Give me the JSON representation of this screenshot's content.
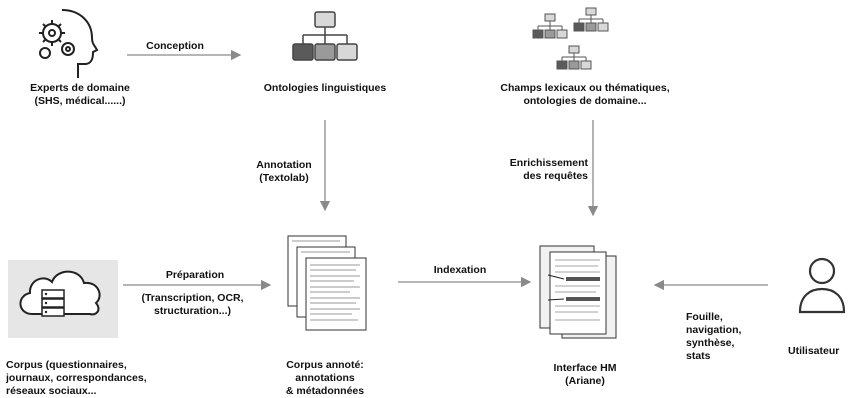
{
  "nodes": {
    "experts": {
      "line1": "Experts de domaine",
      "line2": "(SHS, médical......)",
      "icon": "brain-gears-icon"
    },
    "ontologies": {
      "line1": "Ontologies linguistiques",
      "icon": "hierarchy-icon"
    },
    "champs": {
      "line1": "Champs lexicaux ou thématiques,",
      "line2": "ontologies de domaine...",
      "icon": "hierarchy-cluster-icon"
    },
    "corpus": {
      "line1": "Corpus (questionnaires,",
      "line2": "journaux, correspondances,",
      "line3": "réseaux sociaux...",
      "icon": "cloud-database-icon"
    },
    "annote": {
      "line1": "Corpus annoté:",
      "line2": "annotations",
      "line3": "& métadonnées",
      "icon": "documents-icon"
    },
    "interface": {
      "line1": "Interface HM",
      "line2": "(Ariane)",
      "icon": "highlighted-documents-icon"
    },
    "utilisateur": {
      "line1": "Utilisateur",
      "icon": "user-icon"
    }
  },
  "edges": {
    "conception": {
      "line1": "Conception"
    },
    "annotation": {
      "line1": "Annotation",
      "line2": "(Textolab)"
    },
    "enrichissement": {
      "line1": "Enrichissement",
      "line2": "des requêtes"
    },
    "preparation": {
      "line1": "Préparation",
      "line2": "(Transcription, OCR,",
      "line3": "structuration...)"
    },
    "indexation": {
      "line1": "Indexation"
    },
    "fouille": {
      "line1": "Fouille,",
      "line2": "navigation,",
      "line3": "synthèse,",
      "line4": "stats"
    }
  },
  "colors": {
    "arrow": "#8a8a8a",
    "box_dark": "#5a5a5a",
    "box_mid": "#9a9a9a",
    "box_light": "#d8d8d8",
    "highlight": "#555555"
  }
}
